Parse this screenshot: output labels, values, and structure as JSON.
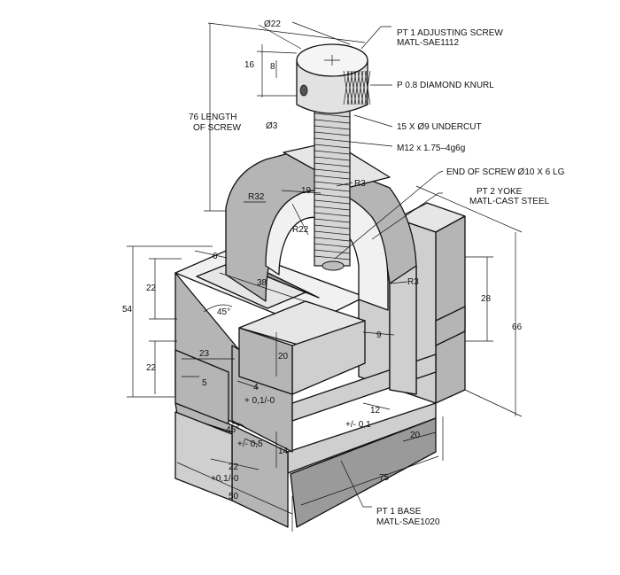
{
  "callouts": {
    "screw_part": "PT 1   ADJUSTING SCREW",
    "screw_material": "MATL-SAE1112",
    "knurl": "P 0.8 DIAMOND KNURL",
    "undercut": "15 X Ø9 UNDERCUT",
    "thread": "M12 x 1.75–4g6g",
    "end_of_screw": "END OF SCREW Ø10 X 6 LG",
    "yoke_part": "PT 2   YOKE",
    "yoke_material": "MATL-CAST STEEL",
    "base_part": "PT 1   BASE",
    "base_material": "MATL-SAE1020",
    "length_line1": "76 LENGTH",
    "length_line2": "OF SCREW"
  },
  "dimensions": {
    "d22": "Ø22",
    "d16": "16",
    "d8": "8",
    "d3": "Ø3",
    "r32": "R32",
    "d19": "19",
    "r3_top": "R3",
    "r22": "R22",
    "r3_side": "R3",
    "d6": "6",
    "d38": "38",
    "a45_top": "45°",
    "d22_left": "22",
    "d54": "54",
    "d22_lower": "22",
    "d23": "23",
    "d5": "5",
    "d20_center": "20",
    "d4": "4",
    "tol_01": "+ 0,1/-0",
    "a45_lower": "45°",
    "tol_05": "+/- 0,5",
    "d14": "14",
    "d22_bottom": "22",
    "tol_01_bottom": "+0,1/-0",
    "d50": "50",
    "d75": "75",
    "d9": "9",
    "d12": "12",
    "tol_pm01": "+/- 0,1",
    "d20_right": "20",
    "d28": "28",
    "d66": "66"
  }
}
